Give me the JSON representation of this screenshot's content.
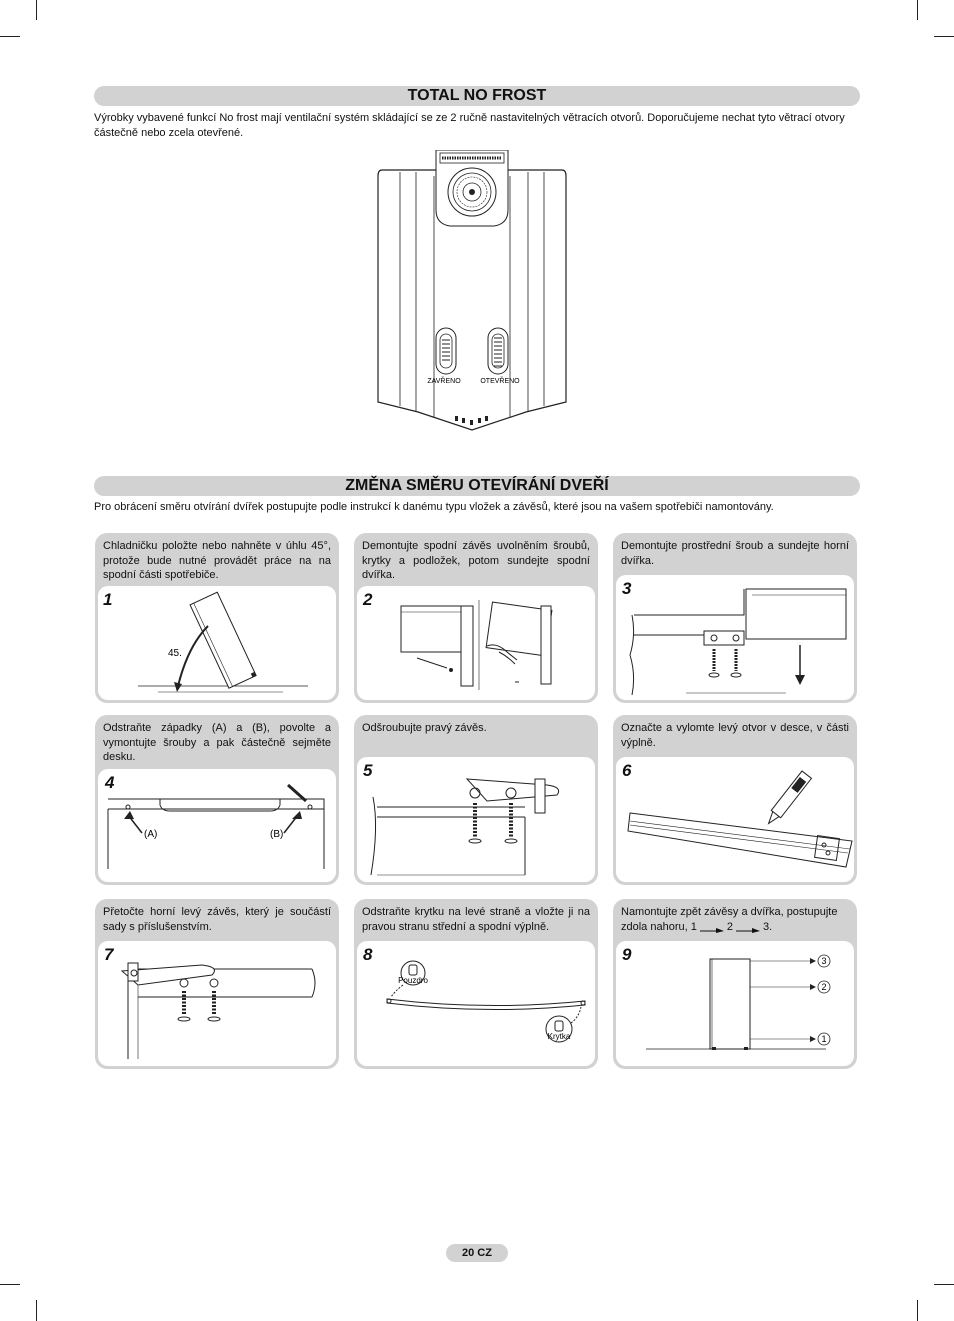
{
  "section1": {
    "title": "TOTAL NO FROST",
    "intro": "Výrobky vybavené funkcí No frost mají ventilační systém skládající se ze 2 ručně nastavitelných větracích otvorů. Doporučujeme nechat tyto větrací otvory částečně nebo zcela otevřené.",
    "vent_closed_label": "ZAVŘENO",
    "vent_open_label": "OTEVŘENO"
  },
  "section2": {
    "title": "ZMĚNA SMĚRU OTEVÍRÁNÍ DVEŘÍ",
    "intro": "Pro obrácení směru otvírání dvířek postupujte podle instrukcí k danému typu vložek a závěsů, které jsou na vašem spotřebiči namontovány."
  },
  "steps": [
    {
      "number": "1",
      "text": "Chladničku položte nebo nahněte v úhlu 45°, protože bude nutné provádět práce na na spodní části spotřebiče.",
      "labels": {
        "angle": "45."
      }
    },
    {
      "number": "2",
      "text": "Demontujte spodní závěs uvolněním šroubů, krytky a podložek, potom sundejte spodní dvířka."
    },
    {
      "number": "3",
      "text": "Demontujte prostřední šroub a sundejte horní dvířka."
    },
    {
      "number": "4",
      "text": "Odstraňte západky (A) a (B), povolte a vymontujte šrouby a pak částečně sejměte desku.",
      "labels": {
        "a": "(A)",
        "b": "(B)"
      }
    },
    {
      "number": "5",
      "text": "Odšroubujte pravý závěs."
    },
    {
      "number": "6",
      "text": "Označte a vylomte levý otvor v desce, v části výplně."
    },
    {
      "number": "7",
      "text": "Přetočte horní levý závěs, který je součástí sady s příslušenstvím."
    },
    {
      "number": "8",
      "text": "Odstraňte krytku na levé straně a vložte ji na pravou stranu střední a spodní výplně.",
      "labels": {
        "sleeve": "Pouzdro",
        "cap": "Krytka"
      }
    },
    {
      "number": "9",
      "text_line1": "Namontujte zpět závěsy a dvířka, postupujte",
      "text_line2": {
        "start": "zdola nahoru, 1",
        "mid": "2",
        "end": "3."
      },
      "labels": {
        "n3": "3",
        "n2": "2",
        "n1": "1"
      }
    }
  ],
  "footer": {
    "page": "20 CZ"
  }
}
